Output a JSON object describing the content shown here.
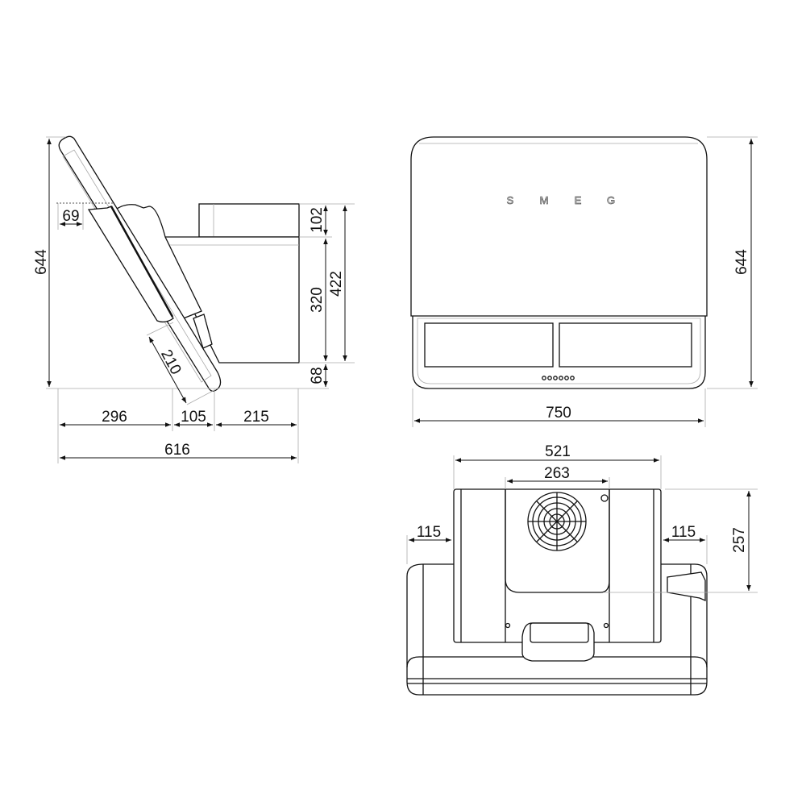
{
  "logo": {
    "letters": [
      "S",
      "M",
      "E",
      "G"
    ]
  },
  "side_view": {
    "height_total": "644",
    "offset_top": "69",
    "diag_depth": "210",
    "duct_height": "102",
    "body_height": "320",
    "upper_height": "422",
    "bottom_gap": "68",
    "depth_front": "296",
    "depth_mid": "105",
    "depth_back": "215",
    "depth_total": "616"
  },
  "front_view": {
    "height": "644",
    "width": "750"
  },
  "top_view": {
    "width_body": "521",
    "width_motor": "263",
    "side_left": "115",
    "side_right": "115",
    "depth": "257"
  }
}
